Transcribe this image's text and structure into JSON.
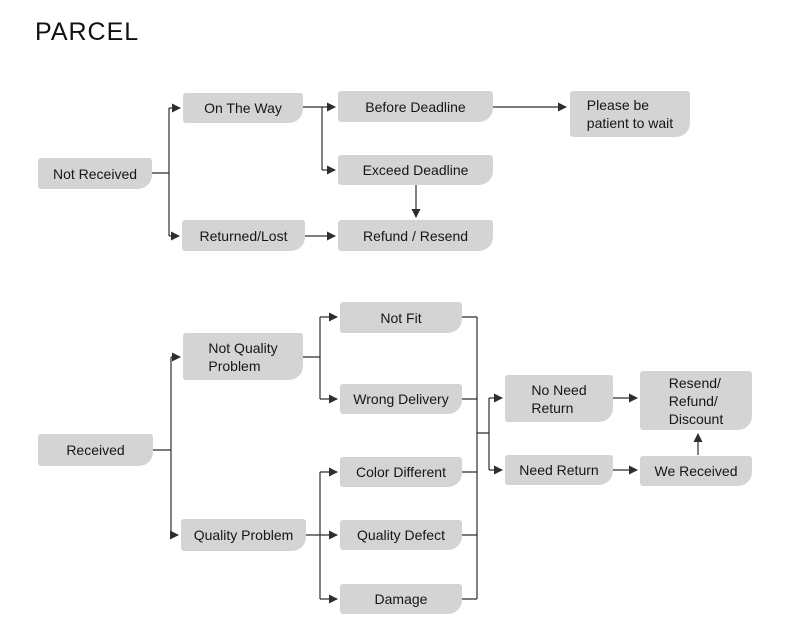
{
  "title": "PARCEL",
  "colors": {
    "background": "#ffffff",
    "box_fill": "#d4d4d4",
    "line": "#2e2e2e",
    "text": "#161616"
  },
  "nodes": {
    "not_received": "Not Received",
    "on_the_way": "On The Way",
    "returned_lost": "Returned/Lost",
    "before_deadline": "Before Deadline",
    "exceed_deadline": "Exceed Deadline",
    "refund_resend": "Refund / Resend",
    "please_wait": "Please be\npatient to wait",
    "received": "Received",
    "not_quality_problem": "Not Quality\nProblem",
    "quality_problem": "Quality Problem",
    "not_fit": "Not Fit",
    "wrong_delivery": "Wrong Delivery",
    "color_different": "Color Different",
    "quality_defect": "Quality Defect",
    "damage": "Damage",
    "no_need_return": "No Need\nReturn",
    "need_return": "Need Return",
    "resend_refund_discount": "Resend/\nRefund/\nDiscount",
    "we_received": "We Received"
  }
}
